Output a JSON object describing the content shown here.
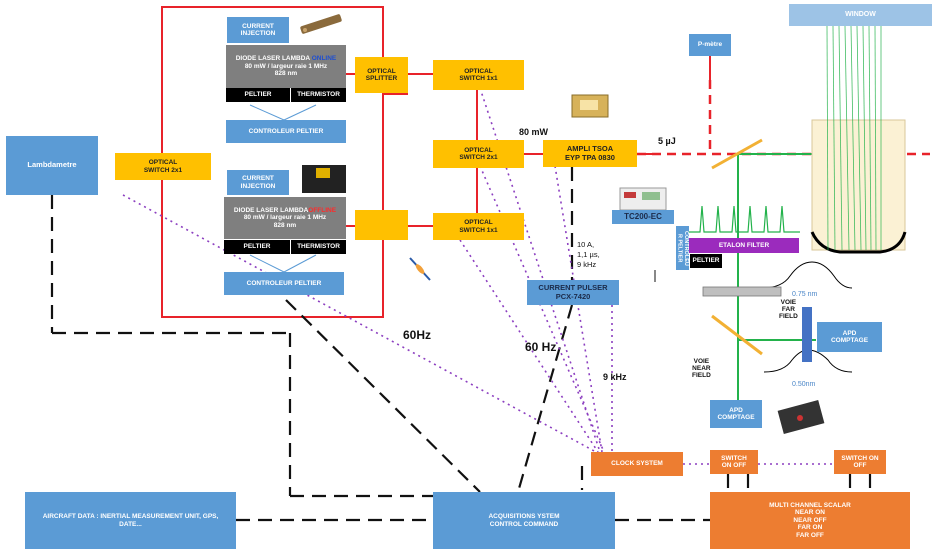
{
  "colors": {
    "blue_box": "#5b9bd5",
    "yellow_box": "#ffc000",
    "orange_box": "#ed7d31",
    "red_line": "#e8232a",
    "green_line": "#23b24b",
    "purple_dots": "#8c3fc0",
    "etalon": "#9b2bbd",
    "online": "#1f4fd0",
    "offline": "#ff2a2a"
  },
  "boxes": {
    "lambdametre": "Lambdametre",
    "optical_switch_2x1_left": "OPTICAL\nSWITCH 2x1",
    "current_injection_top": "CURRENT\nINJECTION",
    "current_injection_bottom": "CURRENT\nINJECTION",
    "laser_online_title": "DIODE LASER LAMBDA",
    "laser_online_tag": "ONLINE",
    "laser_online_spec": "80 mW / largeur raie 1 MHz\n828 nm",
    "laser_offline_title": "DIODE LASER LAMBDA",
    "laser_offline_tag": "OFFLINE",
    "laser_offline_spec": "80 mW / largeur raie 1 MHz\n828 nm",
    "peltier_top": "PELTIER",
    "thermistor_top": "THERMISTOR",
    "peltier_bottom": "PELTIER",
    "thermistor_bottom": "THERMISTOR",
    "controleur_peltier_top": "CONTROLEUR PELTIER",
    "controleur_peltier_bottom": "CONTROLEUR PELTIER",
    "optical_splitter": "OPTICAL\nSPLITTER",
    "optical_switch_1x1_top": "OPTICAL\nSWITCH 1x1",
    "optical_switch_2x1_mid": "OPTICAL\nSWITCH 2x1",
    "optical_switch_1x1_bottom": "OPTICAL\nSWITCH 1x1",
    "amplitude": "AMPLI TSOA\nEYP TPA 0830",
    "pmetre": "P-mètre",
    "window": "WINDOW",
    "tc200": "TC200-EC",
    "controleur_peltier_vertical": "CONTROLEU\nR PELTIER",
    "etalon_filter": "ETALON FILTER",
    "peltier_etalon": "PELTIER",
    "current_pulser": "CURRENT PULSER\nPCX-7420",
    "apd_right": "APD\nCOMPTAGE",
    "apd_bottom": "APD\nCOMPTAGE",
    "clock_system": "CLOCK SYSTEM",
    "switch_on_off_left": "SWITCH\nON OFF",
    "switch_on_off_right": "SWITCH ON\nOFF",
    "multichannel": "MULTI CHANNEL SCALAR\nNEAR ON\nNEAR OFF\nFAR ON\nFAR OFF",
    "acquisition": "ACQUISITIONS YSTEM\nCONTROL COMMAND",
    "aircraft": "AIRCRAFT DATA : INERTIAL MEASUREMENT UNIT, GPS,\nDATE..."
  },
  "labels": {
    "power_80mw": "80 mW",
    "energy_5uj": "5 µJ",
    "pulser_params": "10 A,\n1,1 µs,\n9 kHz",
    "rate_60hz_a": "60Hz",
    "rate_60hz_b": "60 Hz",
    "rate_9khz": "9 kHz",
    "voie_far": "VOIE\nFAR\nFIELD",
    "voie_near": "VOIE\nNEAR\nFIELD",
    "width_075": "0.75 nm",
    "width_050": "0.50nm"
  }
}
